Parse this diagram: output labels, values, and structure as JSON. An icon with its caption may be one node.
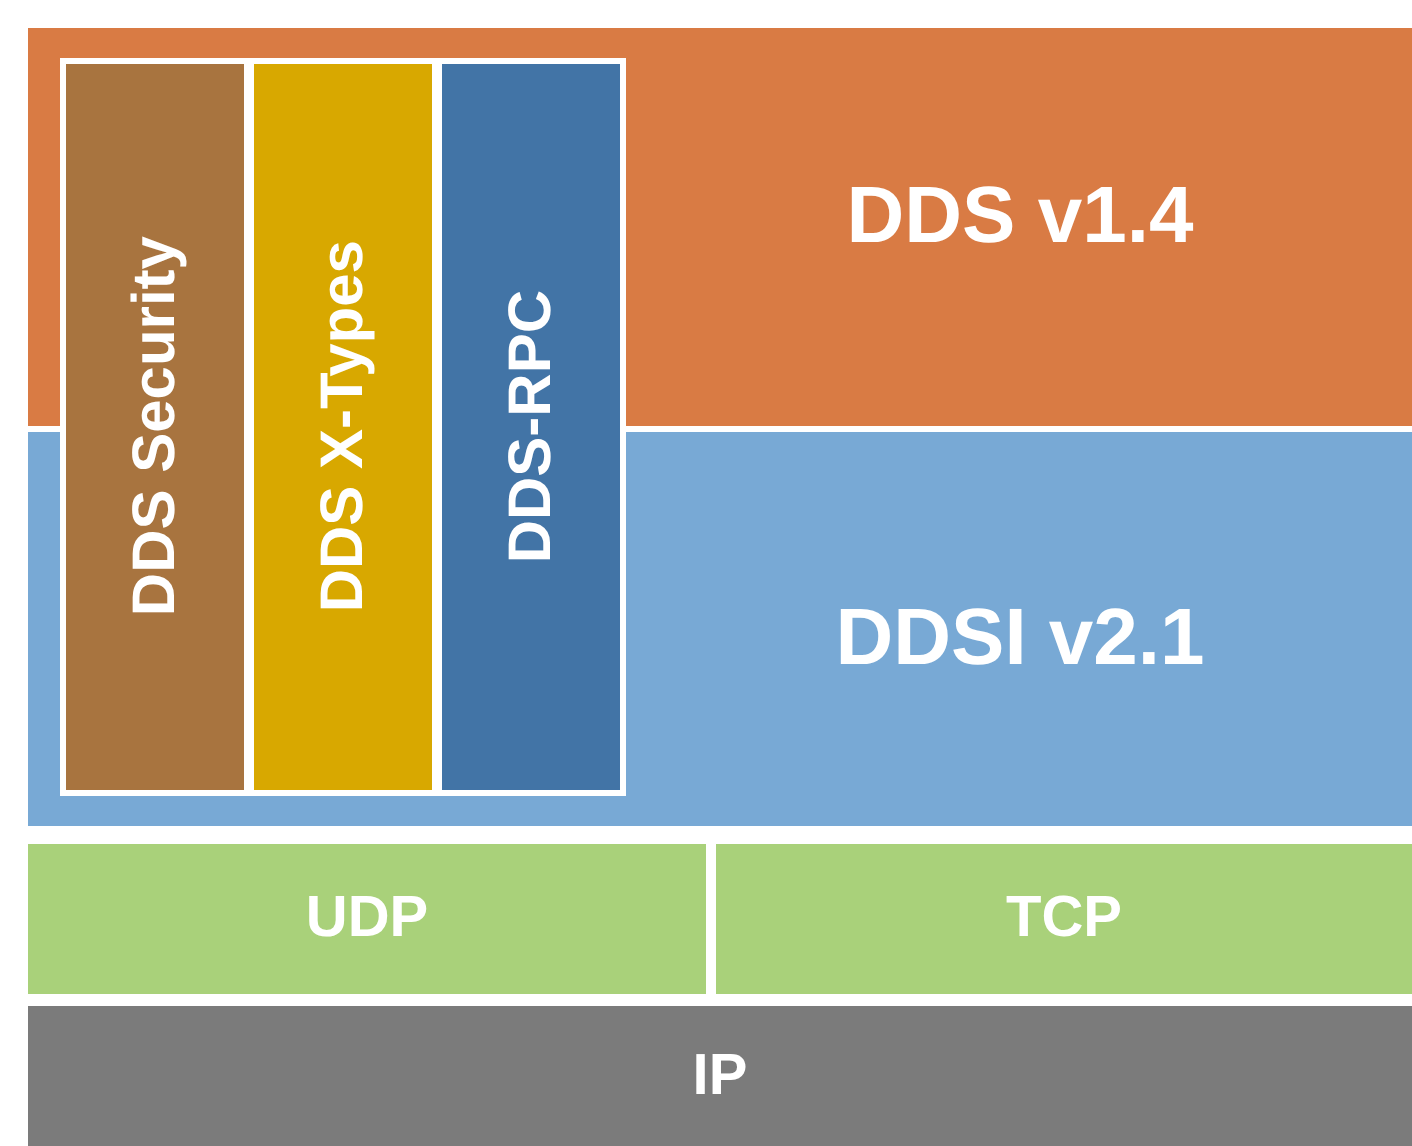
{
  "diagram": {
    "nodes": [
      {
        "text": [
          "DDS Security"
        ]
      },
      {
        "text": [
          "DDS X-Types"
        ]
      },
      {
        "text": [
          "DDS-RPC"
        ]
      },
      {
        "text": [
          "DDS v1.4"
        ]
      },
      {
        "text": [
          "DDSI v2.1"
        ]
      },
      {
        "text": [
          "UDP"
        ]
      },
      {
        "text": [
          "TCP"
        ]
      },
      {
        "text": [
          "IP"
        ]
      }
    ]
  }
}
